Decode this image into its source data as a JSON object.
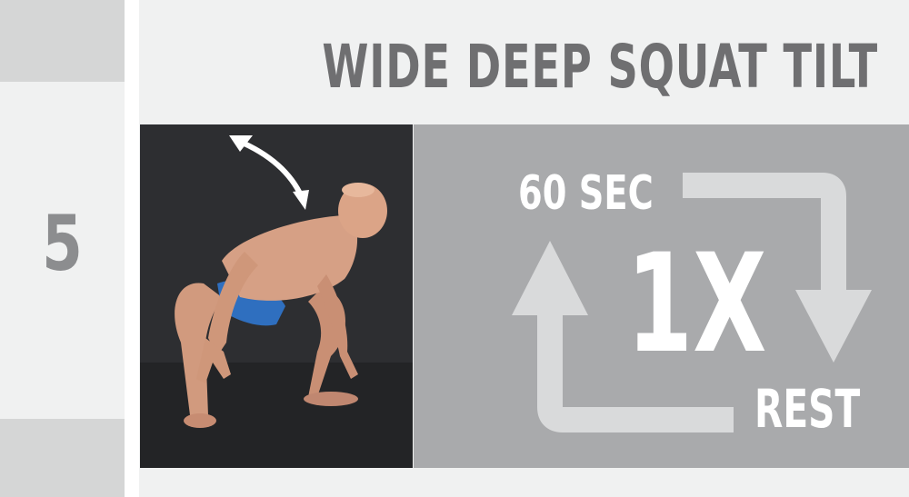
{
  "step": {
    "number": "5"
  },
  "title": "WIDE DEEP SQUAT TILT",
  "photo": {
    "alt": "Man in blue shorts performing a wide deep squat tilt",
    "icon": "double-arrow-icon"
  },
  "routine": {
    "duration": "60 SEC",
    "repetitions": "1X",
    "rest": "REST",
    "icon": "repeat-cycle-icon"
  },
  "colors": {
    "background": "#f0f1f1",
    "side_blocks": "#d5d6d6",
    "title_text": "#6f6f71",
    "panel": "#a9aaac",
    "cycle_arrows": "#d9dadb",
    "white_text": "#ffffff",
    "photo_bg": "#2b2c2f"
  }
}
